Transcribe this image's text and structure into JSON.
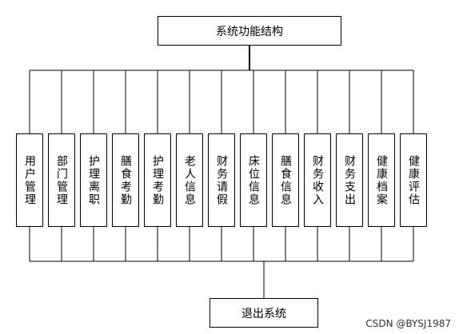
{
  "diagram": {
    "root": "系统功能结构",
    "modules": [
      "用户管理",
      "部门管理",
      "护理离职",
      "膳食考勤",
      "护理考勤",
      "老人信息",
      "财务请假",
      "床位信息",
      "膳食信息",
      "财务收入",
      "财务支出",
      "健康档案",
      "健康评估"
    ],
    "exit": "退出系统"
  },
  "watermark": "CSDN @BYSJ1987"
}
